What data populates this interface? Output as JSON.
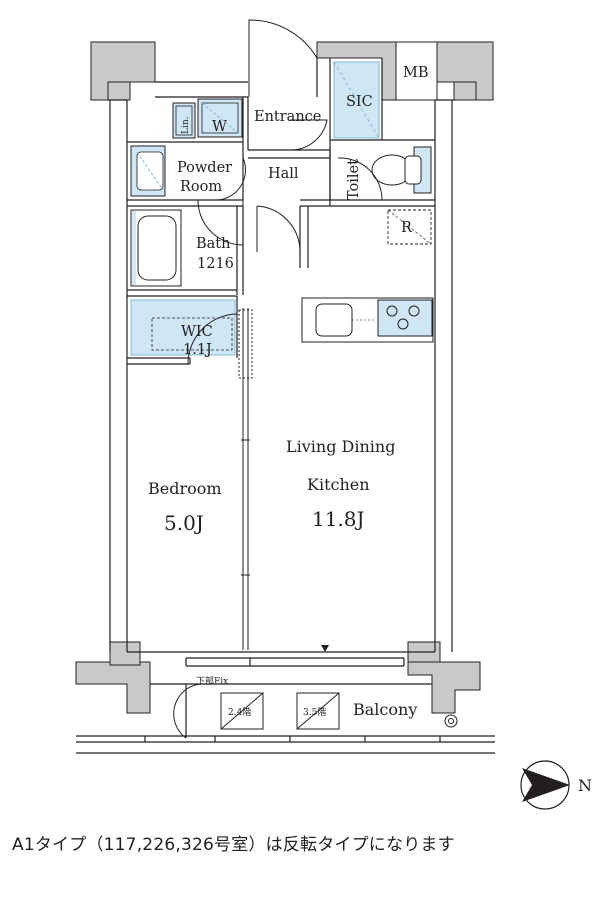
{
  "rooms": {
    "entrance": "Entrance",
    "sic": "SIC",
    "mb": "MB",
    "lin": "Lin.",
    "w": "W",
    "powder_room_1": "Powder",
    "powder_room_2": "Room",
    "hall": "Hall",
    "toilet": "Toilet",
    "r": "R",
    "bath": "Bath",
    "bath_size": "1216",
    "wic": "WIC",
    "wic_size": "1.1J",
    "bedroom": "Bedroom",
    "bedroom_size": "5.0J",
    "ldk_1": "Living Dining",
    "ldk_2": "Kitchen",
    "ldk_size": "11.8J",
    "balcony": "Balcony",
    "lower_fix": "下部Fix",
    "unit_a": "2.4階",
    "unit_b": "3.5階"
  },
  "compass": {
    "north": "N"
  },
  "caption": "A1タイプ（117,226,326号室）は反転タイプになります",
  "colors": {
    "accent": "#cfe6f5",
    "accent_line": "#7fb9d9",
    "wall": "#c8c9ca",
    "line": "#231f20"
  }
}
